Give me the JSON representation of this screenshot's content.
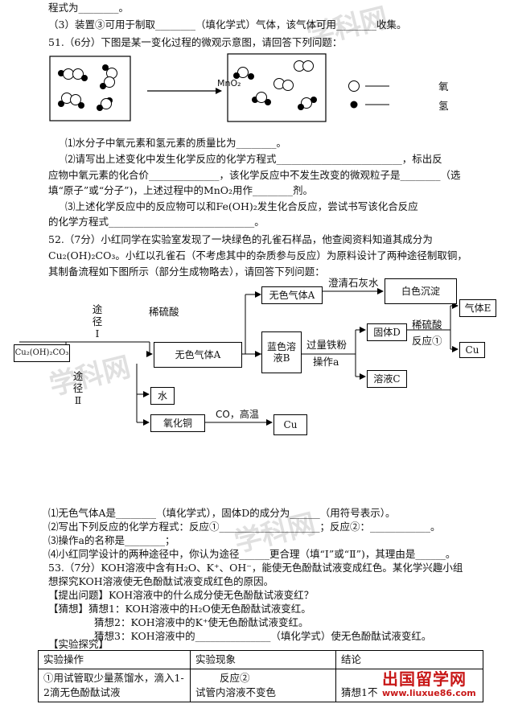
{
  "lines": {
    "l0": "程式为________。",
    "l1": "（3）装置③可用于制取________（填化学式）气体，该气体可用________收集。",
    "q51": "51.（6分）下图是某一变化过程的微观示意图，请回答下列问题：",
    "q51_1": "⑴水分子中氧元素和氢元素的质量比为________。",
    "q51_2a": "⑵请写出上述变化中发生化学反应的化学方程式_________________________，标出反",
    "q51_2b": "应物中氧元素的化合价______________，该化学反应中不发生改变的微观粒子是________（选",
    "q51_2c": "填“原子”或“分子”)，上述过程中的MnO₂用作________剂。",
    "q51_3a": "⑶上述化学反应中的反应物可以和Fe(OH)₂发生化合反应，尝试书写该化合反应",
    "q51_3b": "的化学方程式_____________________________。",
    "q52a": "52.（7分）小红同学在实验室发现了一块绿色的孔雀石样品，他查阅资料知道其成分为",
    "q52b": "Cu₂(OH)₂CO₃。小红以孔雀石（不考虑其中的杂质参与反应）为原料设计了两种途径制取铜，",
    "q52c": "其制备流程如下图所示（部分生成物略去），请回答下列问题：",
    "q52_1": "⑴无色气体A是________（填化学式），固体D的成分为______（用符号表示）。",
    "q52_2": "⑵写出下列反应的化学方程式：反应①____________________；反应②：____________。",
    "q52_3": "⑶操作a的名称是________；",
    "q52_4": "⑷小红同学设计的两种途径中，你认为途径______更合理（填“Ⅰ”或“Ⅱ”)，其理由是______。",
    "q53a": "53.（7分）KOH溶液中含有H₂O、K⁺、OH⁻，能使无色酚酞试液变成红色。某化学兴趣小组",
    "q53b": "想探究KOH溶液使无色酚酞试液变成红色的原因。",
    "q53c": "【提出问题】KOH溶液中的什么成分使无色酚酞试液变红？",
    "q53d": "【猜想】猜想1：KOH溶液中的H₂O使无色酚酞试液变红。",
    "q53e": "猜想2：KOH溶液中的K⁺使无色酚酞试液变红。",
    "q53f": "猜想3：KOH溶液中的_______________（填化学式）使无色酚酞试液变红。",
    "q53g": "【实验探究】"
  },
  "diagram1": {
    "catalyst": "MnO₂",
    "legend_oxygen": "氧",
    "legend_hydrogen": "氢"
  },
  "flow": {
    "start": "Cu₂(OH)₂CO₃",
    "route1": "途径Ⅰ",
    "route2": "途径Ⅱ",
    "acid1": "稀硫酸",
    "gasA": "无色气体A",
    "gasA_top": "无色气体A",
    "limewater": "澄清石灰水",
    "precipitate": "白色沉淀",
    "solutionB": "蓝色溶液B",
    "iron": "过量铁粉",
    "operation": "操作a",
    "solidD": "固体D",
    "acid2": "稀硫酸",
    "reaction1": "反应①",
    "gasE": "气体E",
    "cu1": "Cu",
    "solutionC": "溶液C",
    "water": "水",
    "cuo": "氧化铜",
    "co": "CO，高温",
    "cu2": "Cu"
  },
  "table": {
    "headers": [
      "实验操作",
      "实验现象",
      "结论"
    ],
    "row1": {
      "op": "①用试管取少量蒸馏水，滴入1-2滴无色酚酞试液",
      "phen_a": "反应②",
      "phen_b": "试管内溶液不变色",
      "conc": "猜想1不"
    }
  },
  "brand": {
    "logo_cn": "出国留学网",
    "logo_url": "www.liuxue86.com"
  },
  "colors": {
    "logo_red": "#c81818"
  }
}
